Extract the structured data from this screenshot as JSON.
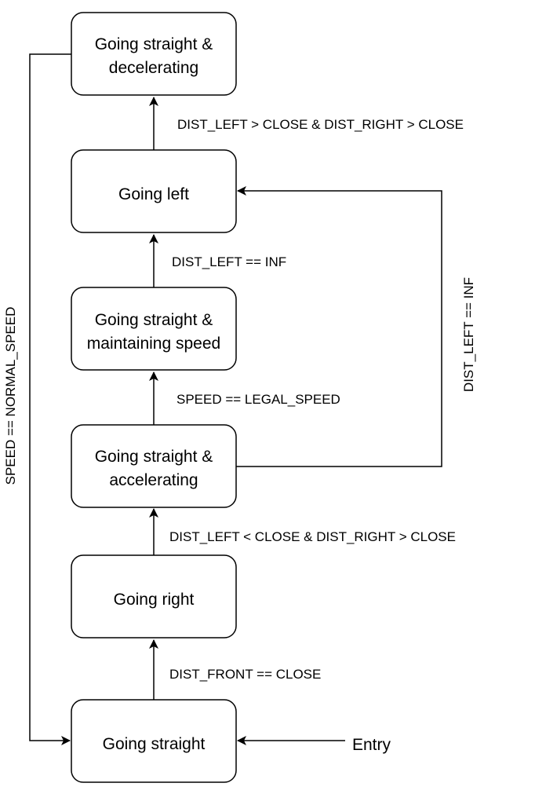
{
  "states": {
    "decelerating": {
      "line1": "Going straight &",
      "line2": "decelerating"
    },
    "left": {
      "label": "Going left"
    },
    "maintaining": {
      "line1": "Going straight &",
      "line2": "maintaining speed"
    },
    "accelerating": {
      "line1": "Going straight &",
      "line2": "accelerating"
    },
    "right": {
      "label": "Going right"
    },
    "straight": {
      "label": "Going straight"
    }
  },
  "entry": {
    "label": "Entry"
  },
  "transitions": {
    "left_to_decelerating": "DIST_LEFT > CLOSE & DIST_RIGHT > CLOSE",
    "maintaining_to_left": "DIST_LEFT == INF",
    "accelerating_to_maintaining": "SPEED == LEGAL_SPEED",
    "accelerating_to_left": "DIST_LEFT == INF",
    "right_to_accelerating": "DIST_LEFT < CLOSE & DIST_RIGHT > CLOSE",
    "straight_to_right": "DIST_FRONT == CLOSE",
    "decelerating_to_straight": "SPEED == NORMAL_SPEED"
  }
}
